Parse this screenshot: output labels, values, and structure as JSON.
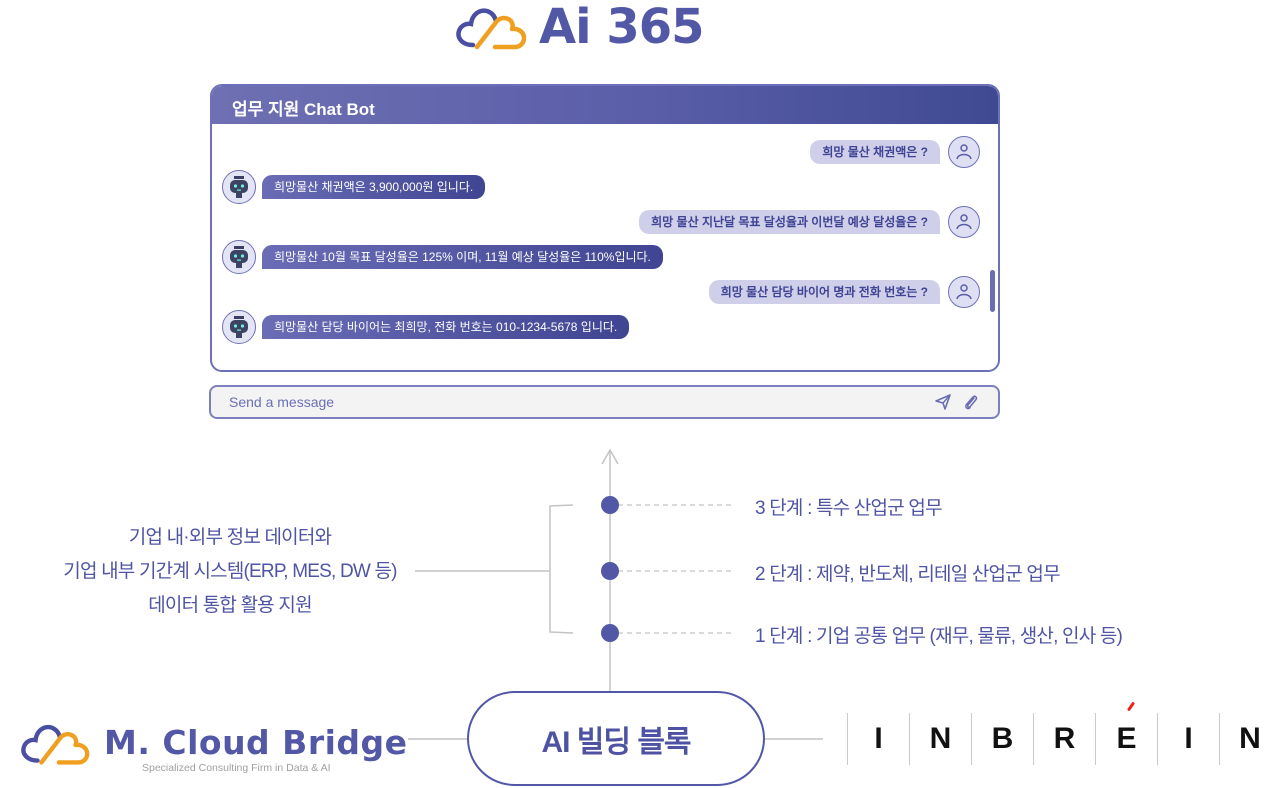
{
  "header": {
    "brand_title": "Ai 365",
    "brand_icon": "cloud-logo-icon",
    "colors": {
      "primary": "#5257a6",
      "cloud_blue": "#4a4fa3",
      "cloud_orange": "#f0a020"
    }
  },
  "chatbot": {
    "title": "업무 지원 Chat Bot",
    "messages": [
      {
        "role": "user",
        "text": "희망 물산 채권액은 ?"
      },
      {
        "role": "bot",
        "text": "희망물산 채권액은 3,900,000원 입니다."
      },
      {
        "role": "user",
        "text": "희망 물산 지난달 목표 달성율과 이번달 예상 달성율은 ?"
      },
      {
        "role": "bot",
        "text": "희망물산 10월 목표 달성율은 125% 이며, 11월 예상 달성율은 110%입니다."
      },
      {
        "role": "user",
        "text": "희망 물산 담당 바이어 명과 전화 번호는 ?"
      },
      {
        "role": "bot",
        "text": "희망물산 담당 바이어는 최희망, 전화 번호는 010-1234-5678 입니다."
      }
    ],
    "input": {
      "placeholder": "Send a message",
      "value": ""
    },
    "icons": {
      "send": "send-icon",
      "attach": "paperclip-icon"
    },
    "colors": {
      "header_start": "#6f70b3",
      "header_end": "#3f4a92",
      "user_bubble": "#cfcfea",
      "bot_bubble": "#4a4f9c"
    }
  },
  "diagram": {
    "description_lines": [
      "기업 내·외부 정보 데이터와",
      "기업 내부 기간계 시스템(ERP, MES, DW 등)",
      "데이터 통합 활용 지원"
    ],
    "steps": [
      {
        "label": "3 단계 : 특수 산업군 업무"
      },
      {
        "label": "2 단계 : 제약, 반도체, 리테일 산업군 업무"
      },
      {
        "label": "1 단계 : 기업 공통 업무 (재무, 물류, 생산, 인사 등)"
      }
    ],
    "center_block": "AI 빌딩 블록"
  },
  "footer": {
    "left_logo": {
      "name": "M. Cloud Bridge",
      "tagline": "Specialized Consulting Firm in Data & AI"
    },
    "right_logo": {
      "letters": [
        "I",
        "N",
        "B",
        "R",
        "E",
        "I",
        "N"
      ],
      "accent_color": "#e8251c"
    }
  }
}
